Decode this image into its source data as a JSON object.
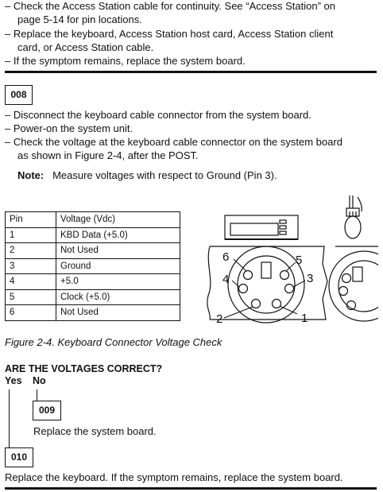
{
  "top": {
    "lines": [
      "– Check the Access Station cable for continuity.  See “Access Station” on",
      "page  5-14 for pin locations.",
      "– Replace the keyboard, Access Station host card, Access Station client",
      "card, or Access Station cable.",
      "– If the symptom remains, replace the system board."
    ]
  },
  "step008": {
    "label": "008",
    "lines": [
      "– Disconnect the keyboard cable connector from the system board.",
      "– Power-on the system unit.",
      "– Check the voltage at the keyboard cable connector on the system board",
      "as shown in Figure  2-4, after the POST."
    ],
    "note_label": "Note:",
    "note_text": "Measure voltages with respect to Ground (Pin 3)."
  },
  "table": {
    "header": [
      "Pin",
      "Voltage (Vdc)"
    ],
    "rows": [
      [
        "1",
        "KBD Data (+5.0)"
      ],
      [
        "2",
        "Not Used"
      ],
      [
        "3",
        "Ground"
      ],
      [
        "4",
        "+5.0"
      ],
      [
        "5",
        "Clock (+5.0)"
      ],
      [
        "6",
        "Not Used"
      ]
    ]
  },
  "figure": {
    "pin_labels": [
      "1",
      "2",
      "3",
      "4",
      "5",
      "6"
    ],
    "caption": "Figure    2-4. Keyboard Connector Voltage Check"
  },
  "question": {
    "text": "ARE THE VOLTAGES CORRECT?",
    "yes": "Yes",
    "no": "No"
  },
  "step009": {
    "label": "009",
    "action": "Replace the system board."
  },
  "step010": {
    "label": "010",
    "action": "Replace the keyboard.  If the symptom remains, replace the system board."
  }
}
